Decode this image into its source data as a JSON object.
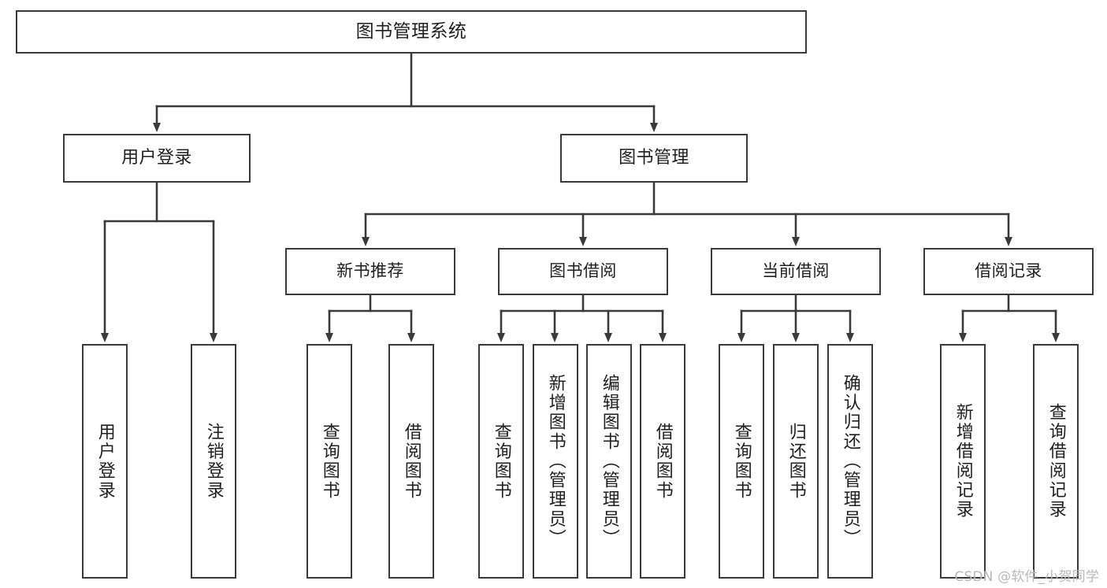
{
  "diagram": {
    "type": "tree",
    "title": "图书管理系统",
    "colors": {
      "box_border": "#3a3a3a",
      "box_fill": "#ffffff",
      "connector": "#3a3a3a",
      "text": "#1f1f1f",
      "watermark": "#b9b9b9",
      "background": "#ffffff"
    },
    "root": {
      "label": "图书管理系统"
    },
    "level2": [
      {
        "id": "user-login",
        "label": "用户登录"
      },
      {
        "id": "book-management",
        "label": "图书管理"
      }
    ],
    "level3": [
      {
        "id": "new-book-recommend",
        "label": "新书推荐",
        "parent": "book-management"
      },
      {
        "id": "book-borrow",
        "label": "图书借阅",
        "parent": "book-management"
      },
      {
        "id": "current-borrow",
        "label": "当前借阅",
        "parent": "book-management"
      },
      {
        "id": "borrow-record",
        "label": "借阅记录",
        "parent": "book-management"
      }
    ],
    "leaves": [
      {
        "id": "leaf-user-login",
        "label": "用户登录",
        "parent": "user-login"
      },
      {
        "id": "leaf-logout-login",
        "label": "注销登录",
        "parent": "user-login"
      },
      {
        "id": "leaf-query-book-1",
        "label": "查询图书",
        "parent": "new-book-recommend"
      },
      {
        "id": "leaf-borrow-book-1",
        "label": "借阅图书",
        "parent": "new-book-recommend"
      },
      {
        "id": "leaf-query-book-2",
        "label": "查询图书",
        "parent": "book-borrow"
      },
      {
        "id": "leaf-add-book-admin",
        "label": "新增图书（管理员）",
        "parent": "book-borrow"
      },
      {
        "id": "leaf-edit-book-admin",
        "label": "编辑图书（管理员）",
        "parent": "book-borrow"
      },
      {
        "id": "leaf-borrow-book-2",
        "label": "借阅图书",
        "parent": "book-borrow"
      },
      {
        "id": "leaf-query-book-3",
        "label": "查询图书",
        "parent": "current-borrow"
      },
      {
        "id": "leaf-return-book",
        "label": "归还图书",
        "parent": "current-borrow"
      },
      {
        "id": "leaf-confirm-return",
        "label": "确认归还（管理员）",
        "parent": "current-borrow"
      },
      {
        "id": "leaf-add-borrow-record",
        "label": "新增借阅记录",
        "parent": "borrow-record"
      },
      {
        "id": "leaf-query-borrow-record",
        "label": "查询借阅记录",
        "parent": "borrow-record"
      }
    ]
  },
  "watermark": {
    "text": "CSDN @软件_小贺同学"
  }
}
